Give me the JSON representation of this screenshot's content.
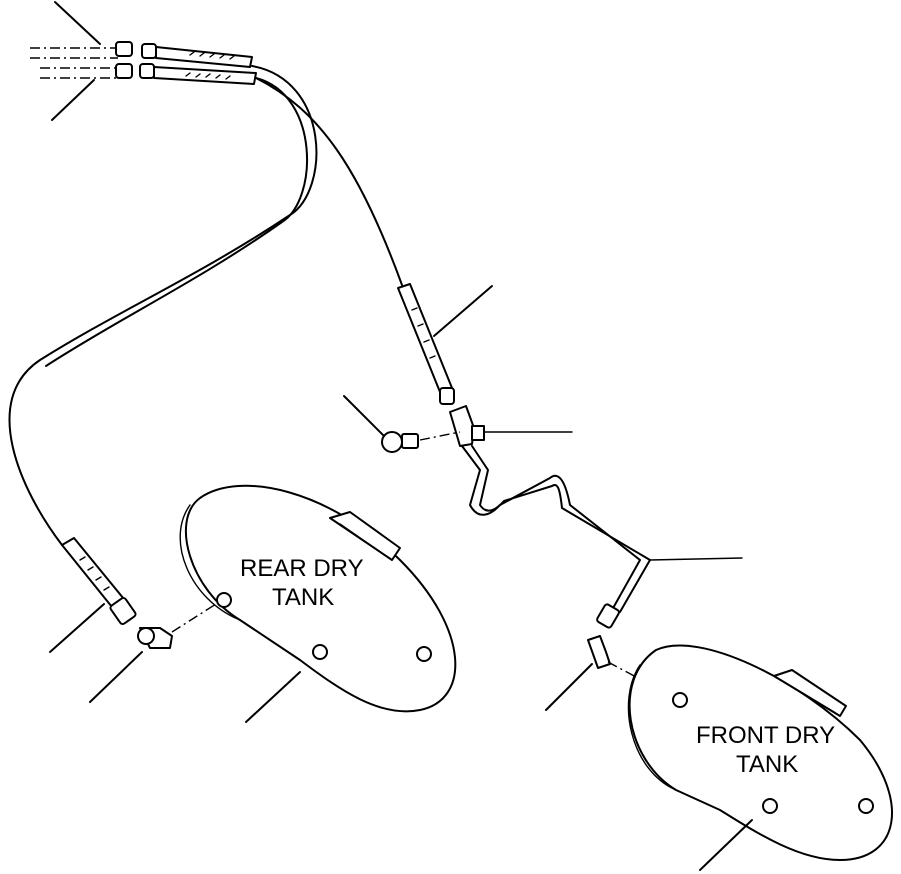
{
  "tanks": {
    "rear": {
      "line1": "REAR DRY",
      "line2": "TANK"
    },
    "front": {
      "line1": "FRONT DRY",
      "line2": "TANK"
    }
  }
}
